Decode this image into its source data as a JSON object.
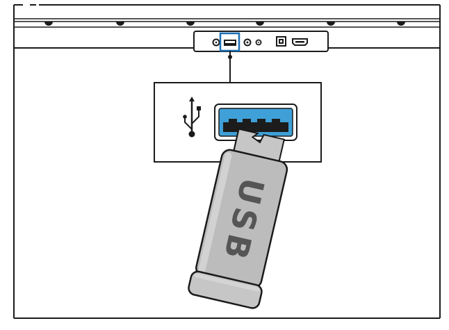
{
  "figure": {
    "type": "usb-connection-diagram",
    "stick_label": "USB",
    "usb_symbol_icon": "usb-trident-icon",
    "highlighted_port": "usb-port",
    "colors": {
      "highlight_border": "#1b6fb3",
      "port_inner": "#3fa0d8",
      "port_tongue": "#1c1c1c",
      "stick_body": "#bcbcbc",
      "stick_cap": "#c6c6c6",
      "stick_text": "#555555",
      "line": "#1a1a1a"
    },
    "back_panel_ports": [
      "round-jack",
      "usb-port",
      "circle-jack",
      "small-jack",
      "optical-port",
      "hdmi-port"
    ]
  }
}
